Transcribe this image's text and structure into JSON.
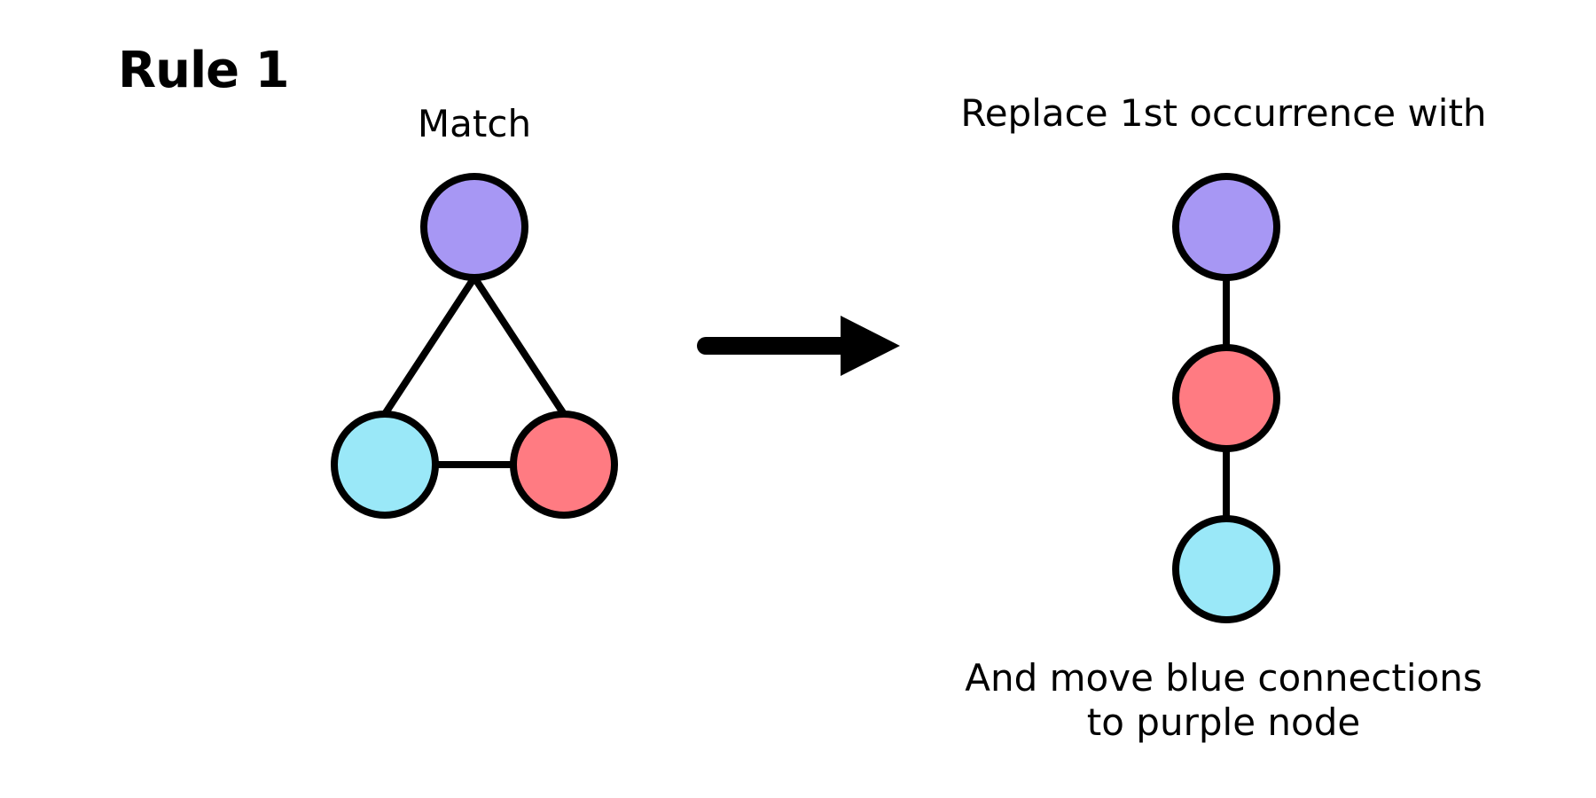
{
  "title": "Rule 1",
  "match": {
    "label": "Match",
    "nodes": [
      {
        "id": "purple",
        "color": "#a797f4"
      },
      {
        "id": "blue",
        "color": "#9ae8f8"
      },
      {
        "id": "red",
        "color": "#ff7b82"
      }
    ],
    "edges": [
      [
        "purple",
        "blue"
      ],
      [
        "purple",
        "red"
      ],
      [
        "blue",
        "red"
      ]
    ]
  },
  "replace": {
    "label": "Replace 1st occurrence with",
    "nodes": [
      {
        "id": "purple",
        "color": "#a797f4"
      },
      {
        "id": "red",
        "color": "#ff7b82"
      },
      {
        "id": "blue",
        "color": "#9ae8f8"
      }
    ],
    "edges": [
      [
        "purple",
        "red"
      ],
      [
        "red",
        "blue"
      ]
    ]
  },
  "note": {
    "line1": "And move blue connections",
    "line2": "to purple node"
  },
  "colors": {
    "stroke": "#000000",
    "purple": "#a797f4",
    "blue": "#9ae8f8",
    "red": "#ff7b82"
  }
}
